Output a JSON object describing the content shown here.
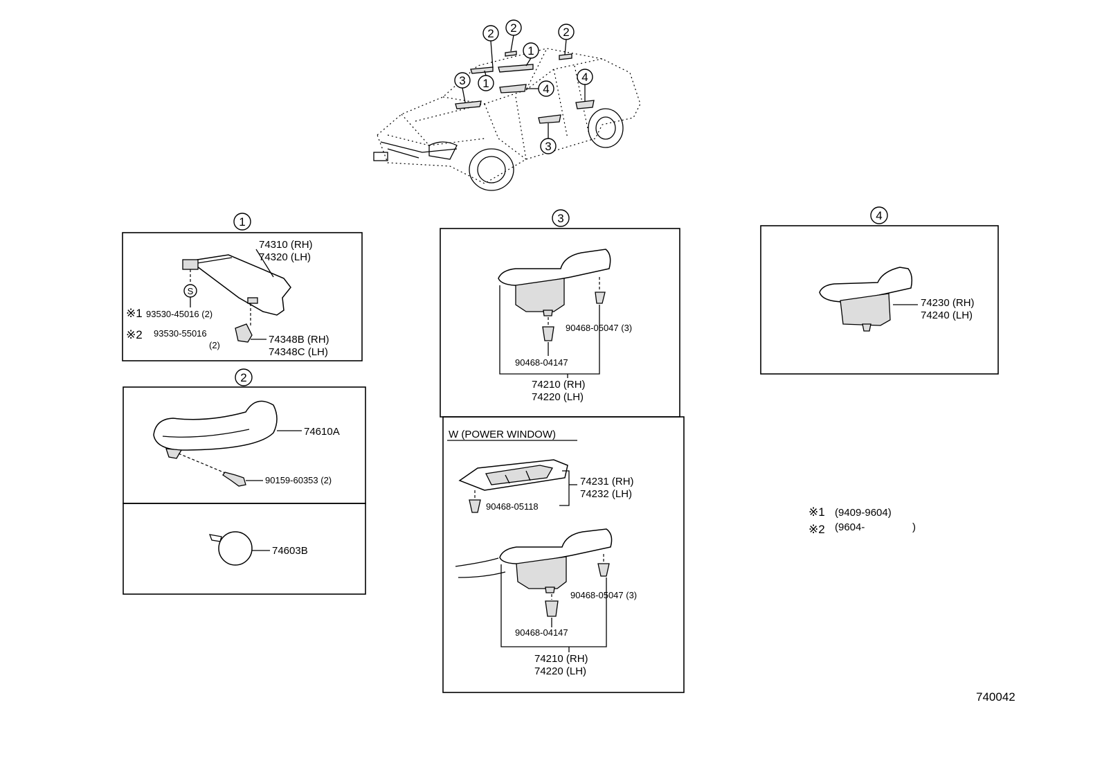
{
  "callouts": {
    "c1": "1",
    "c2": "2",
    "c3": "3",
    "c4": "4"
  },
  "section1": {
    "visor_rh": "74310 (RH)",
    "visor_lh": "74320 (LH)",
    "s_mark": "S",
    "note1_mark": "※1",
    "note1_part": "93530-45016 (2)",
    "note2_mark": "※2",
    "note2_part": "93530-55016",
    "note2_qty": "(2)",
    "holder_rh": "74348B (RH)",
    "holder_lh": "74348C (LH)"
  },
  "section2": {
    "grip": "74610A",
    "screw": "90159-60353 (2)",
    "cap": "74603B"
  },
  "section3": {
    "clip_top": "90468-05047 (3)",
    "clip_bottom": "90468-04147",
    "pull_rh": "74210 (RH)",
    "pull_lh": "74220 (LH)",
    "pw_title": "W (POWER WINDOW)",
    "switch_rh": "74231 (RH)",
    "switch_lh": "74232 (LH)",
    "switch_clip": "90468-05118",
    "clip_top2": "90468-05047 (3)",
    "clip_bottom2": "90468-04147",
    "pull_rh2": "74210 (RH)",
    "pull_lh2": "74220 (LH)"
  },
  "section4": {
    "pull_rh": "74230 (RH)",
    "pull_lh": "74240 (LH)"
  },
  "notes": {
    "n1_mark": "※1",
    "n1_text": "(9409-9604)",
    "n2_mark": "※2",
    "n2_text": "(9604-",
    "n2_close": ")"
  },
  "diagram_id": "740042"
}
